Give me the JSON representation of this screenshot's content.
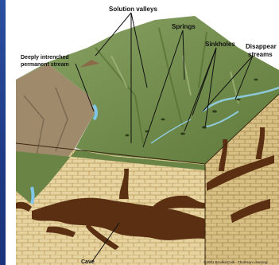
{
  "labels": {
    "solution_valleys": "Solution valleys",
    "springs": "Springs",
    "sinkholes": "Sinkholes",
    "disappearing_streams_line1": "Disappear",
    "disappearing_streams_line2": "streams",
    "intrenched_line1": "Deeply intrenched",
    "intrenched_line2": "permanent stream",
    "cave": "Cave"
  },
  "credit": "©2001 Brooks/Cole - Thomson Learning",
  "colors": {
    "slide_blue": "#1e3a86",
    "terrain_green": "#6f8a4a",
    "terrain_light": "#8da56a",
    "bedrock_tan": "#e6d3a0",
    "cave_brown": "#5a2f12",
    "water_blue": "#7fc6e8"
  }
}
